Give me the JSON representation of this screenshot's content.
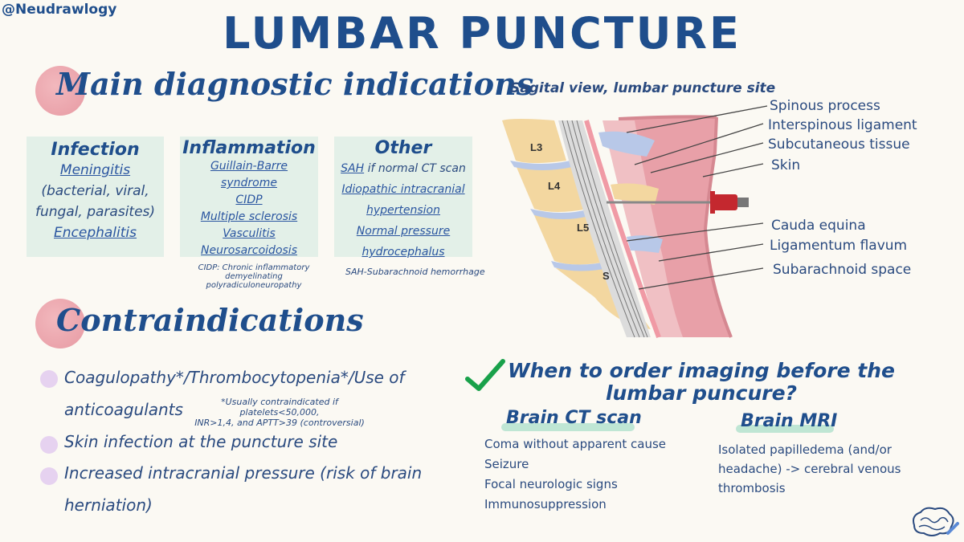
{
  "header": {
    "handle": "@Neudrawlogy",
    "title": "LUMBAR PUNCTURE"
  },
  "indications": {
    "title": "Main diagnostic indications",
    "infection": {
      "heading": "Infection",
      "items": [
        "Meningitis",
        "(bacterial, viral,",
        "fungal, parasites)",
        "Encephalitis"
      ]
    },
    "inflammation": {
      "heading": "Inflammation",
      "items": [
        "Guillain-Barre",
        "syndrome",
        "CIDP",
        "Multiple sclerosis",
        "Vasculitis",
        "Neurosarcoidosis"
      ]
    },
    "other": {
      "heading": "Other",
      "sah": "SAH",
      "sah_rest": " if normal CT scan",
      "items": [
        "Idiopathic intracranial",
        "hypertension",
        "Normal pressure",
        "hydrocephalus"
      ]
    },
    "note_cidp_1": "CIDP: Chronic  inflammatory demyelinating",
    "note_cidp_2": "polyradiculoneuropathy",
    "note_sah": "SAH-Subarachnoid hemorrhage"
  },
  "contraindications": {
    "title": "Contraindications",
    "item1_line1": "Coagulopathy*/Thrombocytopenia*/Use of",
    "item1_line2": "anticoagulants",
    "item1_note1": "*Usually contraindicated if platelets<50,000,",
    "item1_note2": "INR>1,4, and APTT>39 (controversial)",
    "item2": "Skin infection at the puncture site",
    "item3_line1": "Increased intracranial pressure (risk of brain",
    "item3_line2": "herniation)"
  },
  "diagram": {
    "caption": "Sagital view, lumbar puncture site",
    "vertebrae": [
      "L3",
      "L4",
      "L5",
      "S"
    ],
    "labels": [
      "Spinous process",
      "Interspinous ligament",
      "Subcutaneous tissue",
      "Skin",
      "Cauda equina",
      "Ligamentum flavum",
      "Subarachnoid space"
    ]
  },
  "imaging": {
    "title_line1": "When to order imaging before the",
    "title_line2": "lumbar puncure?",
    "ct": {
      "heading": "Brain CT scan",
      "items": [
        "Coma without apparent cause",
        "Seizure",
        "Focal neurologic signs",
        "Immunosuppression"
      ]
    },
    "mri": {
      "heading": "Brain MRI",
      "items": [
        "Isolated papilledema (and/or",
        "headache) -> cerebral venous",
        "thrombosis"
      ]
    }
  },
  "colors": {
    "title": "#1f4e8c",
    "blob": "#e79aa3",
    "box": "#e3f0e8",
    "skin": "#e8a0a8",
    "bone": "#f3d7a0",
    "disc": "#b8c8e8",
    "check": "#19a14a",
    "syringe": "#c4282f"
  }
}
